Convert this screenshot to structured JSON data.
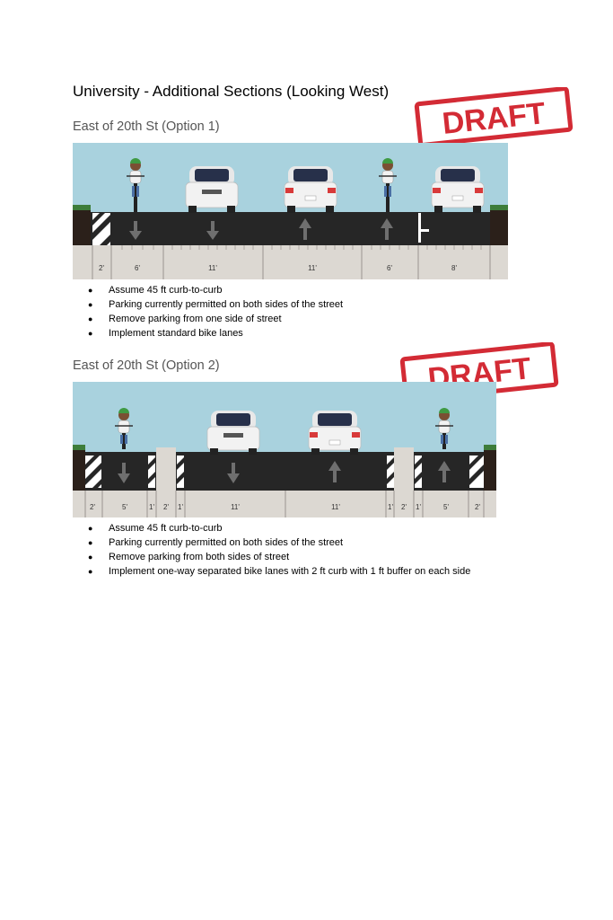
{
  "doc": {
    "title": "University - Additional Sections (Looking West)",
    "stamp_text": "DRAFT",
    "colors": {
      "sky": "#a9d2de",
      "road": "#262626",
      "sidewalk": "#dcd8d2",
      "stamp": "#d32b35"
    }
  },
  "section1": {
    "subtitle": "East of 20th St (Option 1)",
    "dimensions": [
      "2'",
      "6'",
      "11'",
      "11'",
      "6'",
      "8'"
    ],
    "bullets": [
      "Assume 45 ft curb-to-curb",
      "Parking currently permitted on both sides of the street",
      "Remove parking from one side of street",
      "Implement standard bike lanes"
    ]
  },
  "section2": {
    "subtitle": "East of 20th St (Option 2)",
    "dimensions": [
      "2'",
      "5'",
      "1'",
      "2'",
      "1'",
      "11'",
      "11'",
      "1'",
      "2'",
      "1'",
      "5'",
      "2'"
    ],
    "bullets": [
      "Assume 45 ft curb-to-curb",
      "Parking currently permitted on both sides of the street",
      "Remove parking from both sides of street",
      "Implement one-way separated bike lanes with 2 ft curb with 1 ft buffer on each side"
    ]
  }
}
